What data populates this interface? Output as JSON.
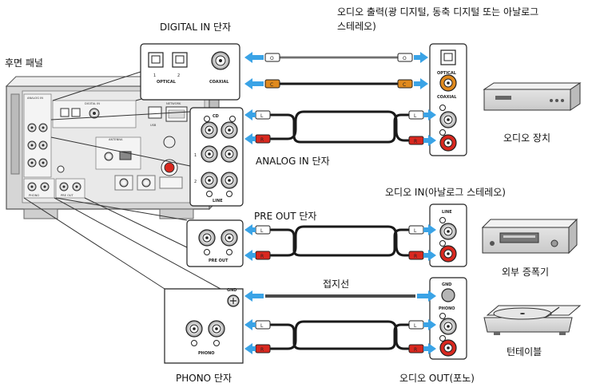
{
  "labels": {
    "digital_in_terminal": "DIGITAL IN 단자",
    "audio_output": "오디오 출력(광 디지털, 동축 디지털 또는 아날로그",
    "audio_output_line2": "스테레오)",
    "rear_panel": "후면 패널",
    "audio_device": "오디오 장치",
    "analog_in_terminal": "ANALOG IN 단자",
    "audio_in": "오디오 IN(아날로그 스테레오)",
    "pre_out_terminal": "PRE OUT 단자",
    "external_amp": "외부 증폭기",
    "ground_wire": "접지선",
    "turntable": "턴테이블",
    "phono_terminal": "PHONO 단자",
    "audio_out_phono": "오디오 OUT(포노)"
  },
  "panel_text": {
    "optical": "OPTICAL",
    "coaxial": "COAXIAL",
    "digital_in": "DIGITAL IN",
    "cd": "CD",
    "line": "LINE",
    "pre_out": "PRE OUT",
    "phono": "PHONO",
    "gnd": "GND",
    "analog_in": "ANALOG IN",
    "antenna": "ANTENNA",
    "network": "NETWORK",
    "usb": "USB",
    "n1": "1",
    "n2": "2",
    "L": "L",
    "R": "R",
    "O": "O",
    "C": "C"
  },
  "colors": {
    "arrow": "#3aa3e6",
    "red_plug": "#d9281f",
    "orange_plug": "#e08a1e",
    "cable": "#1a1a1a"
  }
}
